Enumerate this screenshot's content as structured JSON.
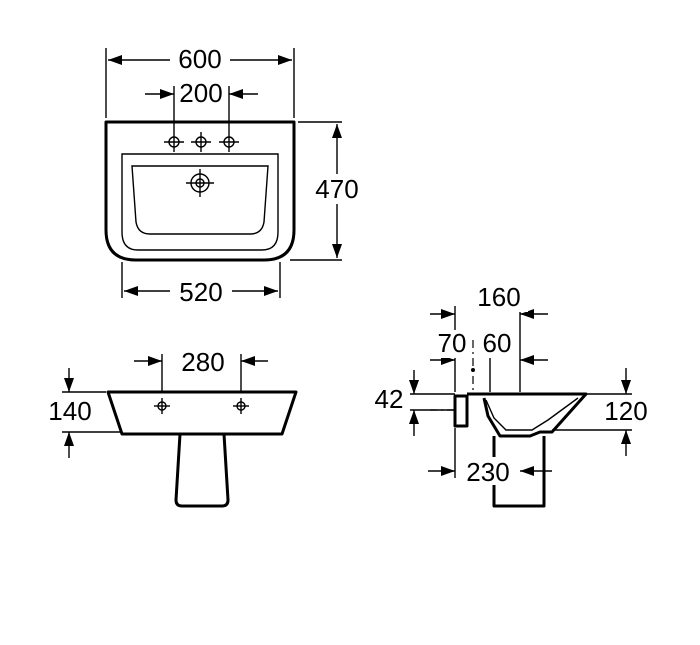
{
  "views": {
    "top": {
      "overall_width": "600",
      "tap_spacing": "200",
      "depth": "470",
      "bowl_width": "520"
    },
    "front": {
      "pedestal_spacing": "280",
      "rim_height": "140"
    },
    "side": {
      "depth_to_tap": "160",
      "wall_to_tap": "70",
      "tap_to_center": "60",
      "wall_thickness": "42",
      "front_height": "120",
      "pedestal_depth": "230"
    }
  }
}
